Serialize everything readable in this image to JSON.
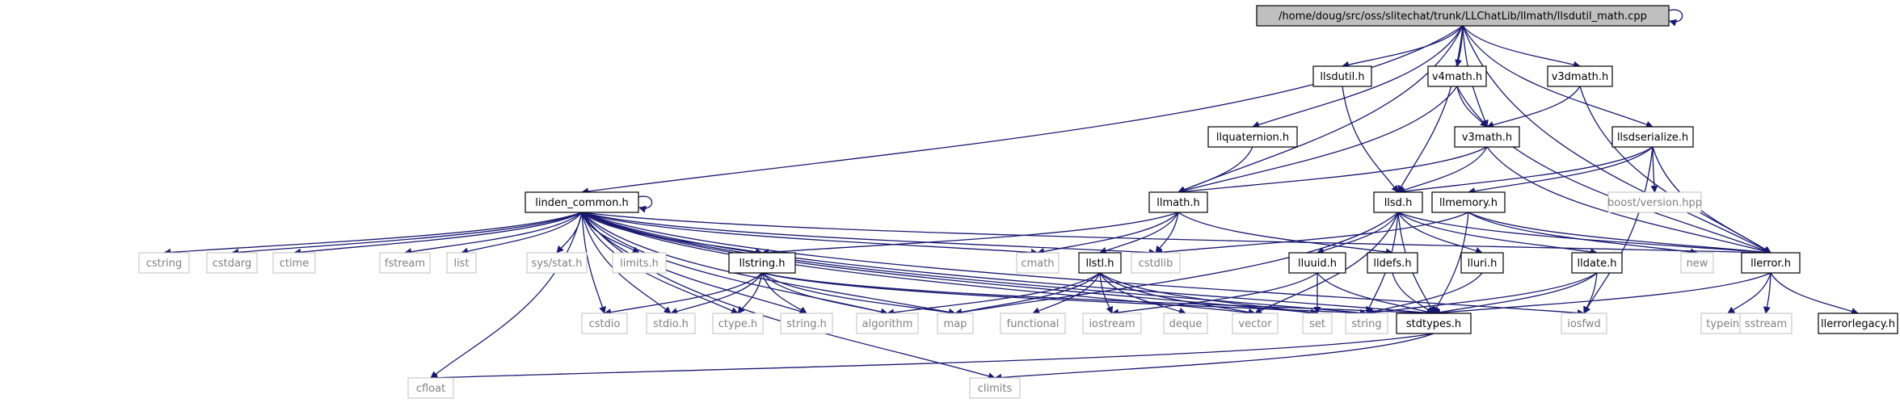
{
  "graph": {
    "root": {
      "id": "root",
      "label": "/home/doug/src/oss/slitechat/trunk/LLChatLib/llmath/llsdutil_math.cpp"
    },
    "nodes": [
      {
        "id": "linden_common",
        "label": "linden_common.h"
      },
      {
        "id": "llsdutil",
        "label": "llsdutil.h"
      },
      {
        "id": "v4math",
        "label": "v4math.h"
      },
      {
        "id": "v3dmath",
        "label": "v3dmath.h"
      },
      {
        "id": "llquaternion",
        "label": "llquaternion.h"
      },
      {
        "id": "v3math",
        "label": "v3math.h"
      },
      {
        "id": "llsdserialize",
        "label": "llsdserialize.h"
      },
      {
        "id": "llmath",
        "label": "llmath.h"
      },
      {
        "id": "llsd",
        "label": "llsd.h"
      },
      {
        "id": "llmemory",
        "label": "llmemory.h"
      },
      {
        "id": "boost_version",
        "label": "boost/version.hpp",
        "system": true
      },
      {
        "id": "cstring",
        "label": "cstring",
        "system": true
      },
      {
        "id": "cstdarg",
        "label": "cstdarg",
        "system": true
      },
      {
        "id": "ctime",
        "label": "ctime",
        "system": true
      },
      {
        "id": "fstream",
        "label": "fstream",
        "system": true
      },
      {
        "id": "list",
        "label": "list",
        "system": true
      },
      {
        "id": "sys_stat",
        "label": "sys/stat.h",
        "system": true
      },
      {
        "id": "limits_h",
        "label": "limits.h",
        "system": true
      },
      {
        "id": "llstring",
        "label": "llstring.h"
      },
      {
        "id": "cmath",
        "label": "cmath",
        "system": true
      },
      {
        "id": "llstl",
        "label": "llstl.h"
      },
      {
        "id": "cstdlib",
        "label": "cstdlib",
        "system": true
      },
      {
        "id": "lluuid",
        "label": "lluuid.h"
      },
      {
        "id": "lldefs",
        "label": "lldefs.h"
      },
      {
        "id": "lluri",
        "label": "lluri.h"
      },
      {
        "id": "lldate",
        "label": "lldate.h"
      },
      {
        "id": "new",
        "label": "new",
        "system": true
      },
      {
        "id": "llerror",
        "label": "llerror.h"
      },
      {
        "id": "cstdio",
        "label": "cstdio",
        "system": true
      },
      {
        "id": "stdio_h",
        "label": "stdio.h",
        "system": true
      },
      {
        "id": "ctype_h",
        "label": "ctype.h",
        "system": true
      },
      {
        "id": "string_h",
        "label": "string.h",
        "system": true
      },
      {
        "id": "algorithm",
        "label": "algorithm",
        "system": true
      },
      {
        "id": "map",
        "label": "map",
        "system": true
      },
      {
        "id": "functional",
        "label": "functional",
        "system": true
      },
      {
        "id": "iostream",
        "label": "iostream",
        "system": true
      },
      {
        "id": "deque",
        "label": "deque",
        "system": true
      },
      {
        "id": "vector",
        "label": "vector",
        "system": true
      },
      {
        "id": "set",
        "label": "set",
        "system": true
      },
      {
        "id": "string",
        "label": "string",
        "system": true
      },
      {
        "id": "stdtypes",
        "label": "stdtypes.h"
      },
      {
        "id": "iosfwd",
        "label": "iosfwd",
        "system": true
      },
      {
        "id": "typeinfo",
        "label": "typeinfo",
        "system": true
      },
      {
        "id": "sstream",
        "label": "sstream",
        "system": true
      },
      {
        "id": "llerrorlegacy",
        "label": "llerrorlegacy.h"
      },
      {
        "id": "cfloat",
        "label": "cfloat",
        "system": true
      },
      {
        "id": "climits",
        "label": "climits",
        "system": true
      }
    ],
    "edges": [
      [
        "root",
        "root"
      ],
      [
        "root",
        "linden_common"
      ],
      [
        "root",
        "llsdutil"
      ],
      [
        "root",
        "v4math"
      ],
      [
        "root",
        "v3dmath"
      ],
      [
        "root",
        "llquaternion"
      ],
      [
        "root",
        "v3math"
      ],
      [
        "root",
        "llsdserialize"
      ],
      [
        "root",
        "llmath"
      ],
      [
        "root",
        "llsd"
      ],
      [
        "root",
        "llerror"
      ],
      [
        "llsdutil",
        "llsd"
      ],
      [
        "v4math",
        "v3math"
      ],
      [
        "v4math",
        "llmath"
      ],
      [
        "v4math",
        "llerror"
      ],
      [
        "v3dmath",
        "v3math"
      ],
      [
        "v3dmath",
        "llerror"
      ],
      [
        "llquaternion",
        "llmath"
      ],
      [
        "v3math",
        "llmath"
      ],
      [
        "v3math",
        "llsd"
      ],
      [
        "v3math",
        "llerror"
      ],
      [
        "llsdserialize",
        "llsd"
      ],
      [
        "llsdserialize",
        "llmemory"
      ],
      [
        "llsdserialize",
        "boost_version"
      ],
      [
        "llsdserialize",
        "llerror"
      ],
      [
        "llsdserialize",
        "iosfwd"
      ],
      [
        "linden_common",
        "linden_common"
      ],
      [
        "linden_common",
        "cstring"
      ],
      [
        "linden_common",
        "cstdarg"
      ],
      [
        "linden_common",
        "ctime"
      ],
      [
        "linden_common",
        "fstream"
      ],
      [
        "linden_common",
        "list"
      ],
      [
        "linden_common",
        "sys_stat"
      ],
      [
        "linden_common",
        "limits_h"
      ],
      [
        "linden_common",
        "llstring"
      ],
      [
        "linden_common",
        "cmath"
      ],
      [
        "linden_common",
        "cstdlib"
      ],
      [
        "linden_common",
        "llerror"
      ],
      [
        "linden_common",
        "cstdio"
      ],
      [
        "linden_common",
        "stdio_h"
      ],
      [
        "linden_common",
        "ctype_h"
      ],
      [
        "linden_common",
        "string_h"
      ],
      [
        "linden_common",
        "algorithm"
      ],
      [
        "linden_common",
        "map"
      ],
      [
        "linden_common",
        "vector"
      ],
      [
        "linden_common",
        "set"
      ],
      [
        "linden_common",
        "string"
      ],
      [
        "linden_common",
        "stdtypes"
      ],
      [
        "linden_common",
        "iosfwd"
      ],
      [
        "linden_common",
        "cfloat"
      ],
      [
        "linden_common",
        "climits"
      ],
      [
        "llmath",
        "cmath"
      ],
      [
        "llmath",
        "cstdlib"
      ],
      [
        "llmath",
        "llstl"
      ],
      [
        "llmath",
        "llstring"
      ],
      [
        "llmath",
        "lldefs"
      ],
      [
        "llsd",
        "map"
      ],
      [
        "llsd",
        "string"
      ],
      [
        "llsd",
        "vector"
      ],
      [
        "llsd",
        "lluuid"
      ],
      [
        "llsd",
        "lluri"
      ],
      [
        "llsd",
        "lldate"
      ],
      [
        "llsd",
        "stdtypes"
      ],
      [
        "llsd",
        "llerror"
      ],
      [
        "llmemory",
        "cstdlib"
      ],
      [
        "llmemory",
        "new"
      ],
      [
        "llmemory",
        "llerror"
      ],
      [
        "llmemory",
        "stdtypes"
      ],
      [
        "llstring",
        "cstdio"
      ],
      [
        "llstring",
        "stdio_h"
      ],
      [
        "llstring",
        "ctype_h"
      ],
      [
        "llstring",
        "string_h"
      ],
      [
        "llstring",
        "algorithm"
      ],
      [
        "llstring",
        "map"
      ],
      [
        "llstring",
        "string"
      ],
      [
        "llstring",
        "stdtypes"
      ],
      [
        "llstl",
        "map"
      ],
      [
        "llstl",
        "functional"
      ],
      [
        "llstl",
        "algorithm"
      ],
      [
        "llstl",
        "deque"
      ],
      [
        "llstl",
        "vector"
      ],
      [
        "llstl",
        "set"
      ],
      [
        "llstl",
        "iostream"
      ],
      [
        "lluuid",
        "iostream"
      ],
      [
        "lluuid",
        "set"
      ],
      [
        "lluuid",
        "stdtypes"
      ],
      [
        "lldefs",
        "stdtypes"
      ],
      [
        "lluri",
        "string"
      ],
      [
        "lldate",
        "iosfwd"
      ],
      [
        "lldate",
        "string"
      ],
      [
        "lldate",
        "stdtypes"
      ],
      [
        "llerror",
        "sstream"
      ],
      [
        "llerror",
        "typeinfo"
      ],
      [
        "llerror",
        "llerrorlegacy"
      ],
      [
        "llerror",
        "stdtypes"
      ],
      [
        "stdtypes",
        "cfloat"
      ],
      [
        "stdtypes",
        "climits"
      ]
    ]
  }
}
